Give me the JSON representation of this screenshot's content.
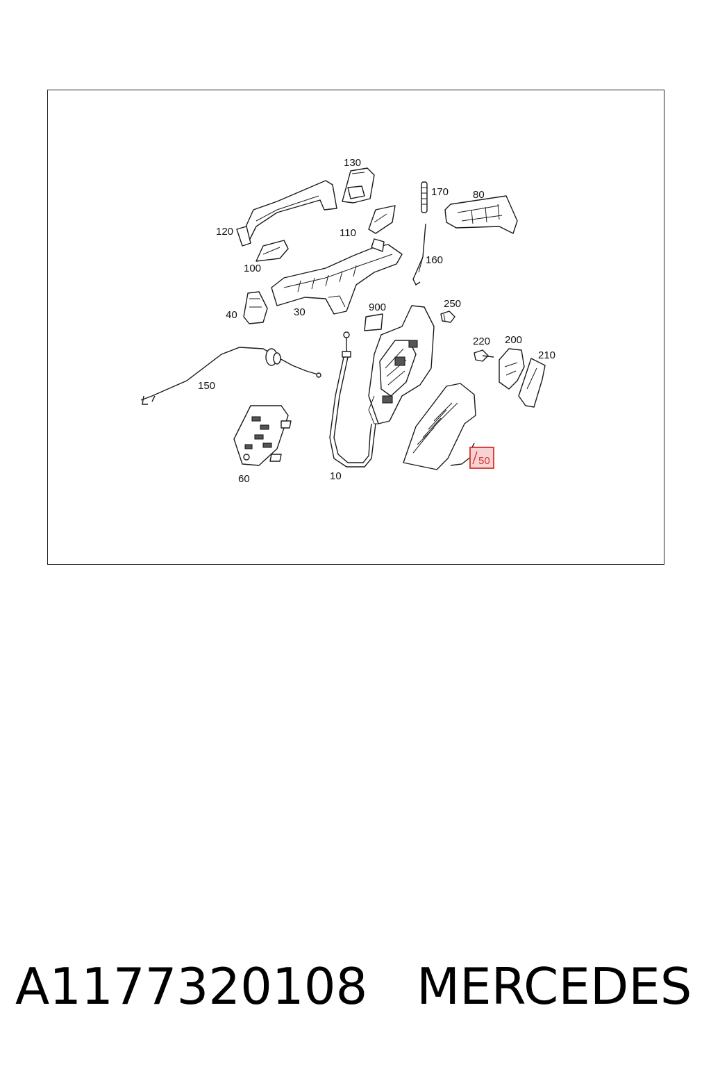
{
  "diagram": {
    "callouts": {
      "c130": "130",
      "c170": "170",
      "c80": "80",
      "c120": "120",
      "c110": "110",
      "c160": "160",
      "c100": "100",
      "c900": "900",
      "c250": "250",
      "c40": "40",
      "c30": "30",
      "c220": "220",
      "c200": "200",
      "c210": "210",
      "c150": "150",
      "c50": "50",
      "c60": "60",
      "c10": "10"
    },
    "highlighted_part": "50",
    "highlight_color": "#d9302c"
  },
  "footer": {
    "part_number": "A1177320108",
    "brand": "MERCEDES"
  }
}
